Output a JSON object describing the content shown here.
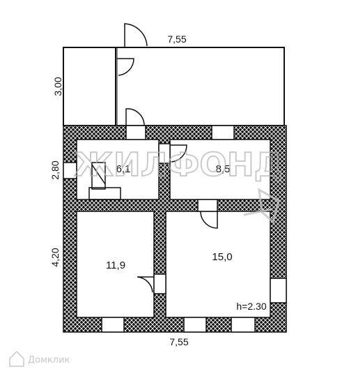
{
  "plan": {
    "dimensions": {
      "top_width": "7,55",
      "bottom_width": "7,55",
      "veranda_depth": "3,00",
      "middle_depth": "2,80",
      "lower_depth": "4,20"
    },
    "rooms": [
      {
        "id": "room-small",
        "area": "6,1"
      },
      {
        "id": "room-kitchen",
        "area": "8,5"
      },
      {
        "id": "room-left",
        "area": "11,9"
      },
      {
        "id": "room-big",
        "area": "15,0"
      }
    ],
    "ceiling_height": "h=2.30"
  },
  "watermark": {
    "text": "ЖИЛФОНД",
    "brand": "Домклик",
    "color": "#b4b4b4"
  },
  "colors": {
    "wall_fill": "#111111",
    "wall_hatch": "#ffffff",
    "line": "#111111",
    "background": "#ffffff"
  }
}
